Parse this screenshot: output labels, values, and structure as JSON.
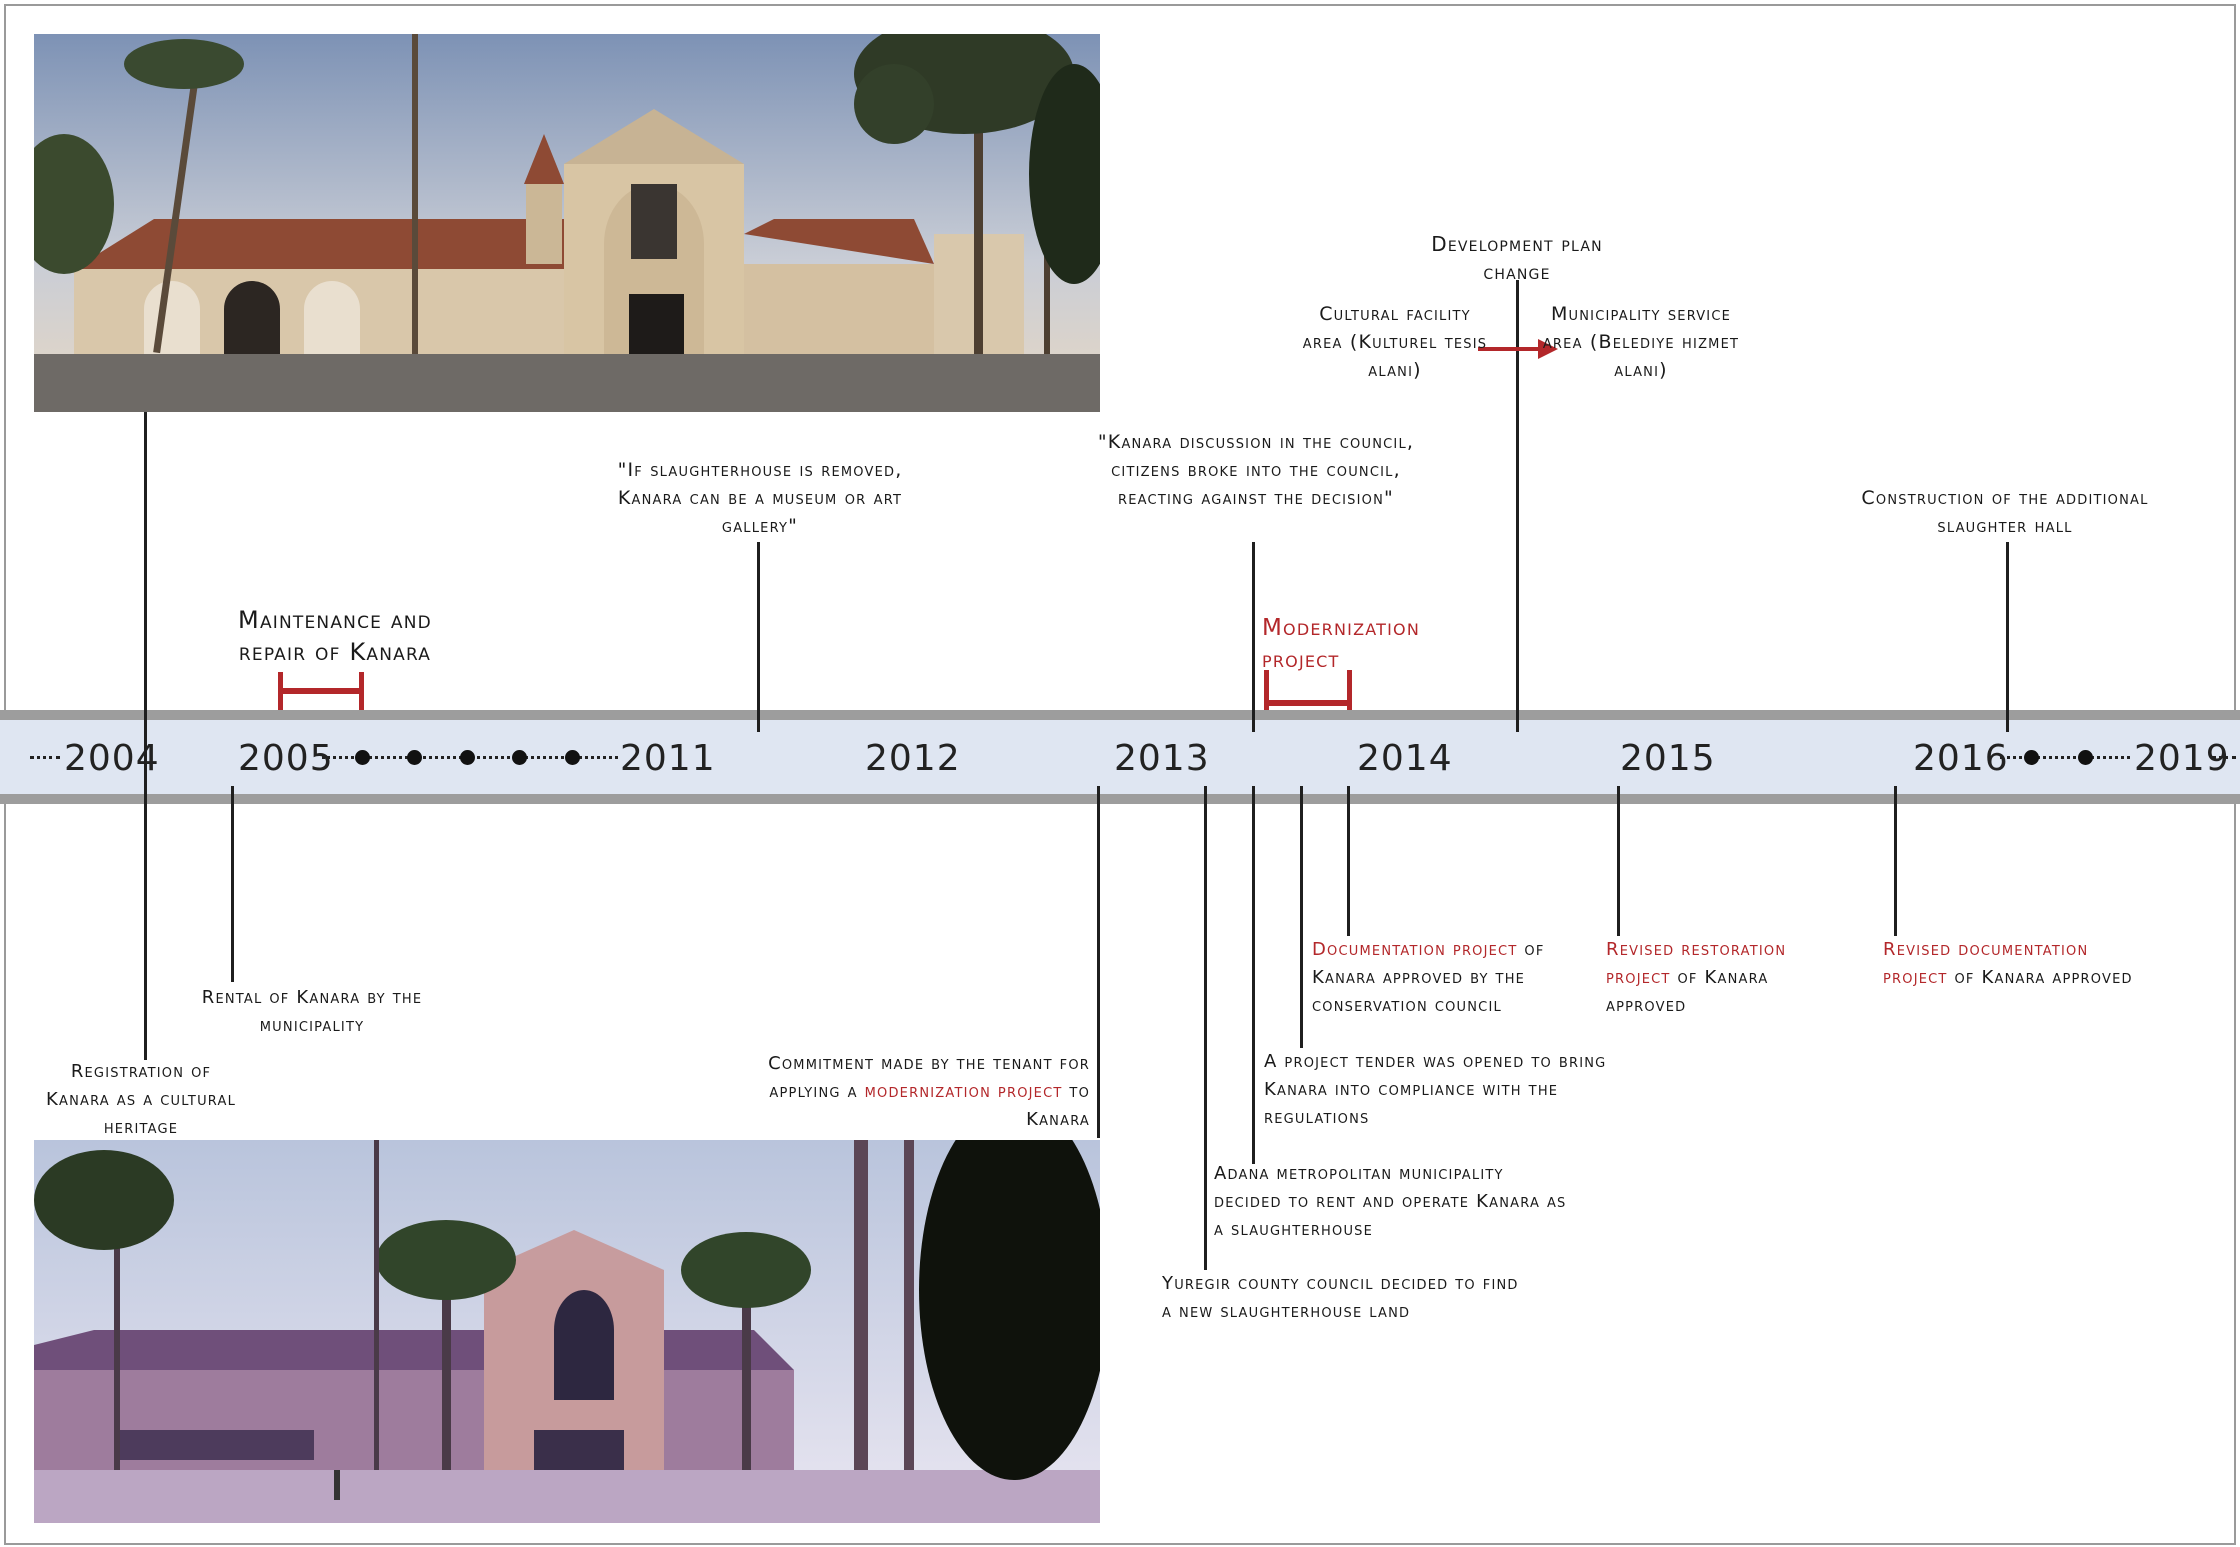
{
  "years": [
    "2004",
    "2005",
    "2011",
    "2012",
    "2013",
    "2014",
    "2015",
    "2016",
    "2019"
  ],
  "above": {
    "dev_plan_title": "Development plan change",
    "dev_from": "Cultural facility area (Kulturel tesis alani)",
    "dev_to": "Municipality service area (Belediye hizmet alani)",
    "museum_quote": "\"If slaughterhouse is removed, Kanara can be a museum or art gallery\"",
    "council_quote": "\"Kanara discussion in the council, citizens broke into the council, reacting against the decision\"",
    "construction": "Construction of the additional slaughter hall",
    "maintenance": "Maintenance and repair of Kanara",
    "modernization": "Modernization project"
  },
  "below": {
    "rental": "Rental of Kanara by the municipality",
    "registration": "Registration of Kanara as a cultural heritage",
    "commitment_a": "Commitment made by the tenant for applying a ",
    "commitment_red": "modernization project",
    "commitment_b": " to Kanara",
    "documentation_red": "Documentation project",
    "documentation_rest": " of Kanara approved by the conservation council",
    "tender": "A project tender was opened to bring Kanara into compliance with the regulations",
    "adana": "Adana metropolitan municipality decided to rent and operate Kanara as a slaughterhouse",
    "yuregir": "Yuregir county council decided to find a new slaughterhouse land",
    "revised_restoration_red": "Revised restoration project",
    "revised_restoration_rest": " of Kanara approved",
    "revised_documentation_red": "Revised documentation project",
    "revised_documentation_rest": " of Kanara approved"
  },
  "colors": {
    "accent": "#b3272a",
    "band": "#dfe6f2",
    "band_border": "#9d9d9d"
  }
}
